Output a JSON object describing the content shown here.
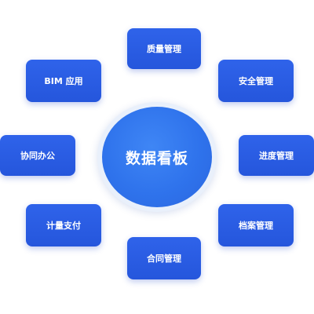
{
  "diagram": {
    "center": {
      "label": "数据看板"
    },
    "nodes": {
      "quality": {
        "label": "质量管理"
      },
      "bim": {
        "label": "BIM 应用"
      },
      "safety": {
        "label": "安全管理"
      },
      "collab": {
        "label": "协同办公"
      },
      "progress": {
        "label": "进度管理"
      },
      "metering": {
        "label": "计量支付"
      },
      "archive": {
        "label": "档案管理"
      },
      "contract": {
        "label": "合同管理"
      }
    },
    "colors": {
      "node_fill": "#2a5ce4",
      "center_fill": "#3279ee",
      "center_ring": "#e9f0fb",
      "text": "#ffffff",
      "background": "#ffffff"
    }
  }
}
